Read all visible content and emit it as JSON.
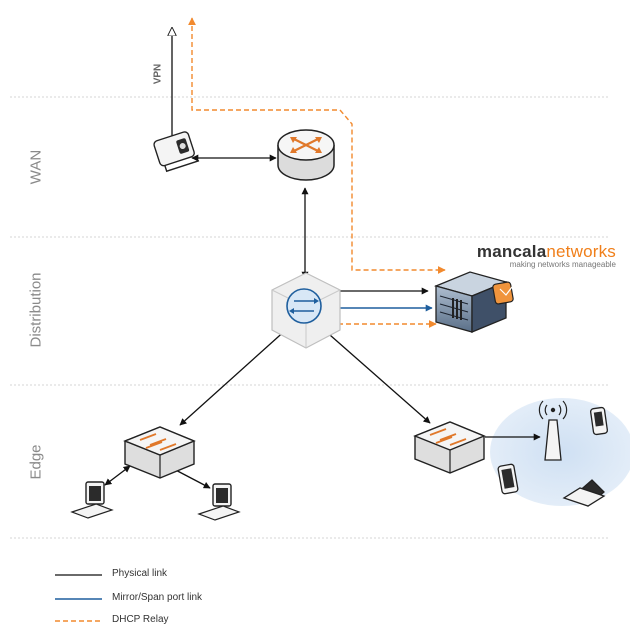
{
  "zones": {
    "wan": "WAN",
    "distribution": "Distribution",
    "edge": "Edge"
  },
  "vpn_label": "VPN",
  "brand": {
    "name_bold": "mancala",
    "name_light": "networks",
    "tagline": "making networks manageable"
  },
  "legend": {
    "physical": "Physical link",
    "mirror": "Mirror/Span port link",
    "dhcp": "DHCP Relay"
  },
  "colors": {
    "physical": "#111111",
    "mirror": "#1f5f9e",
    "dhcp": "#f28a2e",
    "accent": "#f07f1a"
  }
}
